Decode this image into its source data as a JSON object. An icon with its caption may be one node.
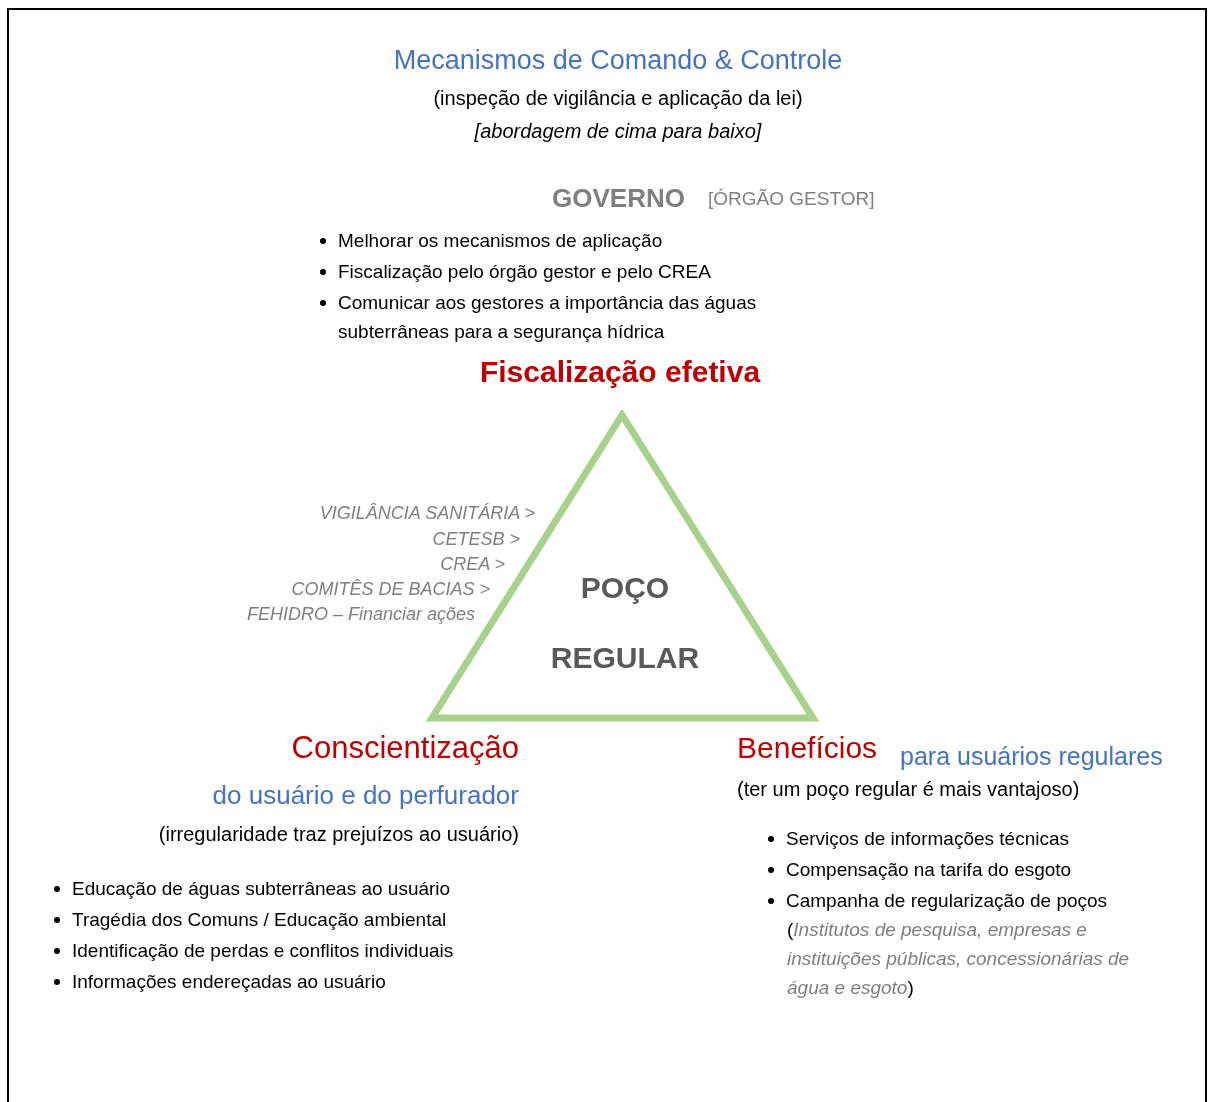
{
  "diagram": {
    "title": "Mecanismos de Comando & Controle",
    "nodes": [
      {
        "text": [
          "POÇO REGULAR"
        ]
      }
    ],
    "labels": [
      "(inspeção de vigilância e aplicação da lei)",
      "[abordagem de cima para baixo]",
      "GOVERNO",
      "[ÓRGÃO GESTOR]",
      "Melhorar os mecanismos de aplicação",
      "Fiscalização pelo órgão gestor e pelo CREA",
      "Comunicar aos gestores a importância das águas subterrâneas para a segurança hídrica",
      "Fiscalização efetiva",
      "VIGILÂNCIA SANITÁRIA >",
      "CETESB >",
      "CREA >",
      "COMITÊS DE BACIAS >",
      "FEHIDRO – Financiar ações",
      "Conscientização",
      "do usuário e do perfurador",
      "(irregularidade traz prejuízos ao usuário)",
      "Educação de águas subterrâneas ao usuário",
      "Tragédia dos Comuns / Educação ambiental",
      "Identificação de perdas e conflitos individuais",
      "Informações endereçadas ao usuário",
      "Benefícios",
      "para usuários regulares",
      "(ter um poço regular é mais vantajoso)",
      "Serviços de informações técnicas",
      "Compensação na tarifa do esgoto",
      "Campanha de regularização de poços",
      "(*Institutos de pesquisa, empresas e instituições públicas, concessionárias de água e esgoto*)"
    ]
  }
}
